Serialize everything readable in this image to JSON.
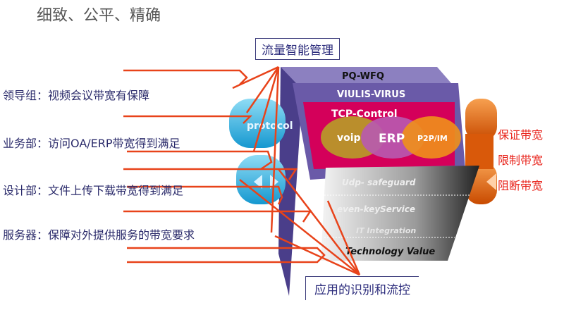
{
  "title": "细致、公平、精确",
  "top_box": "流量智能管理",
  "bottom_box": "应用的识别和流控",
  "left_labels": [
    "领导组：视频会议带宽有保障",
    "业务部：访问OA/ERP带宽得到满足",
    "设计部：文件上传下载带宽得到满足",
    "服务器：保障对外提供服务的带宽要求"
  ],
  "right_labels": [
    "保证带宽",
    "限制带宽",
    "阻断带宽"
  ],
  "layers": {
    "pq": "PQ-WFQ",
    "viulis": "VIULIS-VIRUS",
    "tcp": "TCP-Control",
    "circles": [
      "voip",
      "ERP",
      "P2P/IM"
    ],
    "protocol": "protocol",
    "gray": [
      "Udp- safeguard",
      "even-keyService",
      "IT Integration",
      "Technology Value"
    ]
  },
  "colors": {
    "accent_line": "#e8431a",
    "purple": "#6a5aa8",
    "pink": "#d4005a",
    "blue": "#2ab0e0",
    "orange": "#e8640a"
  }
}
